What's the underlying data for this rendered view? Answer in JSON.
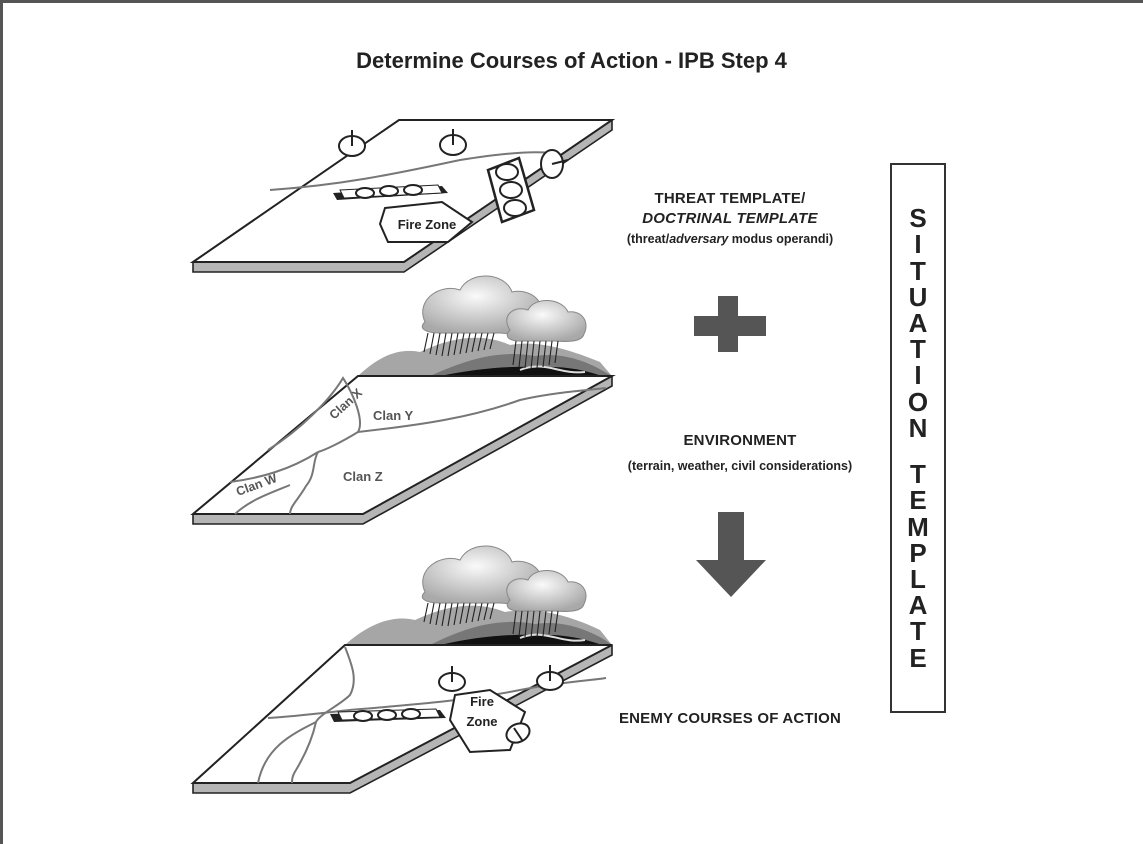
{
  "title": "Determine Courses of Action - IPB Step 4",
  "threat_template": {
    "line1": "THREAT TEMPLATE/",
    "line2": "DOCTRINAL TEMPLATE",
    "line3_pre": "(threat/",
    "line3_italic": "adversary",
    "line3_post": " modus operandi)",
    "fire_zone": "Fire Zone"
  },
  "environment": {
    "label": "ENVIRONMENT",
    "sub": "(terrain, weather, civil considerations)",
    "clans": {
      "x": "Clan X",
      "y": "Clan Y",
      "w": "Clan W",
      "z": "Clan Z"
    }
  },
  "enemy_coa": {
    "label": "ENEMY COURSES OF ACTION",
    "fire_zone_1": "Fire",
    "fire_zone_2": "Zone"
  },
  "situation_template": {
    "word1": [
      "S",
      "I",
      "T",
      "U",
      "A",
      "T",
      "I",
      "O",
      "N"
    ],
    "word2": [
      "T",
      "E",
      "M",
      "P",
      "L",
      "A",
      "T",
      "E"
    ]
  },
  "colors": {
    "arrow": "#555555",
    "slab_edge": "#b5b5b5",
    "line": "#222222"
  }
}
